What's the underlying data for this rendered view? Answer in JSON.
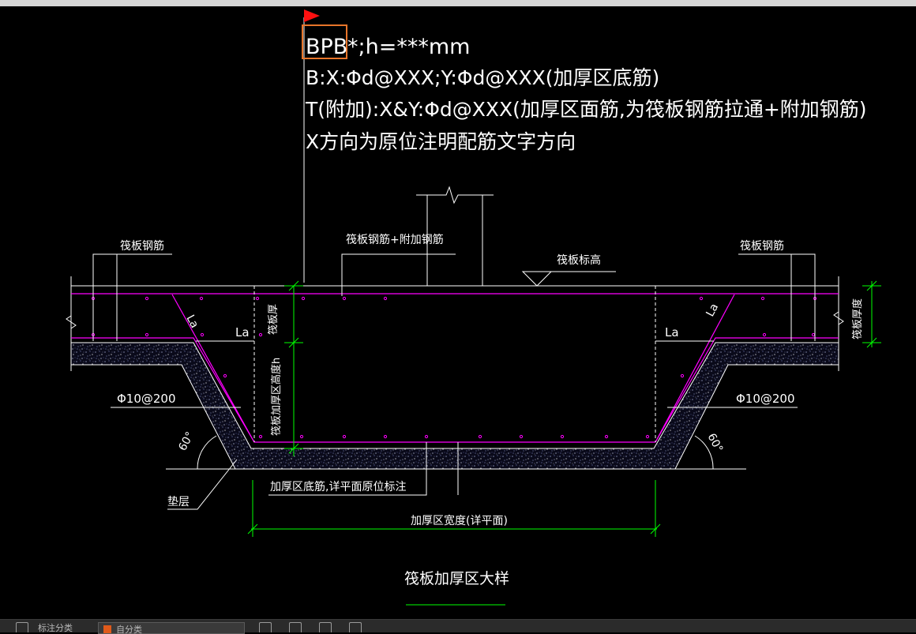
{
  "note_block": {
    "line1_code": "BPB",
    "line1_rest": "*;h=***mm",
    "line2": "B:X:Φd@XXX;Y:Φd@XXX(加厚区底筋)",
    "line3": "T(附加):X&Y:Φd@XXX(加厚区面筋,为筏板钢筋拉通+附加钢筋)",
    "line4": "X方向为原位注明配筋文字方向"
  },
  "labels": {
    "raft_rebar_left": "筏板钢筋",
    "raft_rebar_right": "筏板钢筋",
    "raft_plus_extra": "筏板钢筋+附加钢筋",
    "raft_elevation": "筏板标高",
    "raft_thickness_v": "筏板厚",
    "raft_thickness_right_v": "筏板厚度",
    "thickening_height_v": "筏板加厚区高度h",
    "la_left_slope": "La",
    "la_left": "La",
    "la_right": "La",
    "la_right_slope": "La",
    "phi_left": "Φ10@200",
    "phi_right": "Φ10@200",
    "angle_left": "60°",
    "angle_right": "60°",
    "cushion": "垫层",
    "bottom_rebar": "加厚区底筋,详平面原位标注",
    "width": "加厚区宽度(详平面)",
    "title": "筏板加厚区大样"
  },
  "colors": {
    "background": "#000000",
    "line": "#ffffff",
    "rebar": "#ff00ff",
    "dimension": "#00ff00",
    "flag": "#ff1010",
    "highlight": "#e8752a",
    "text": "#ffffff"
  },
  "taskbar": {
    "item1": "标注分类",
    "item2": "自分类"
  }
}
